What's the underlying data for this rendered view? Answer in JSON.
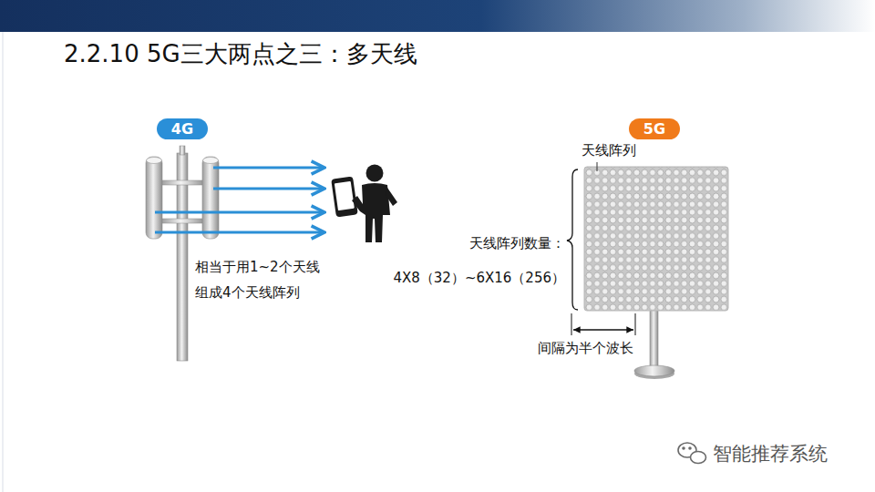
{
  "diagram": {
    "title": "2.2.10 5G三大两点之三：多天线",
    "nodes": [
      {
        "text": [
          "4G"
        ]
      },
      {
        "text": [
          "5G"
        ]
      }
    ],
    "labels": [
      "相当于用1~2个天线 组成4个天线阵列",
      "天线阵列",
      "天线阵列数量：",
      "4X8（32）~6X16（256）",
      "间隔为半个波长",
      "智能推荐系统"
    ]
  }
}
